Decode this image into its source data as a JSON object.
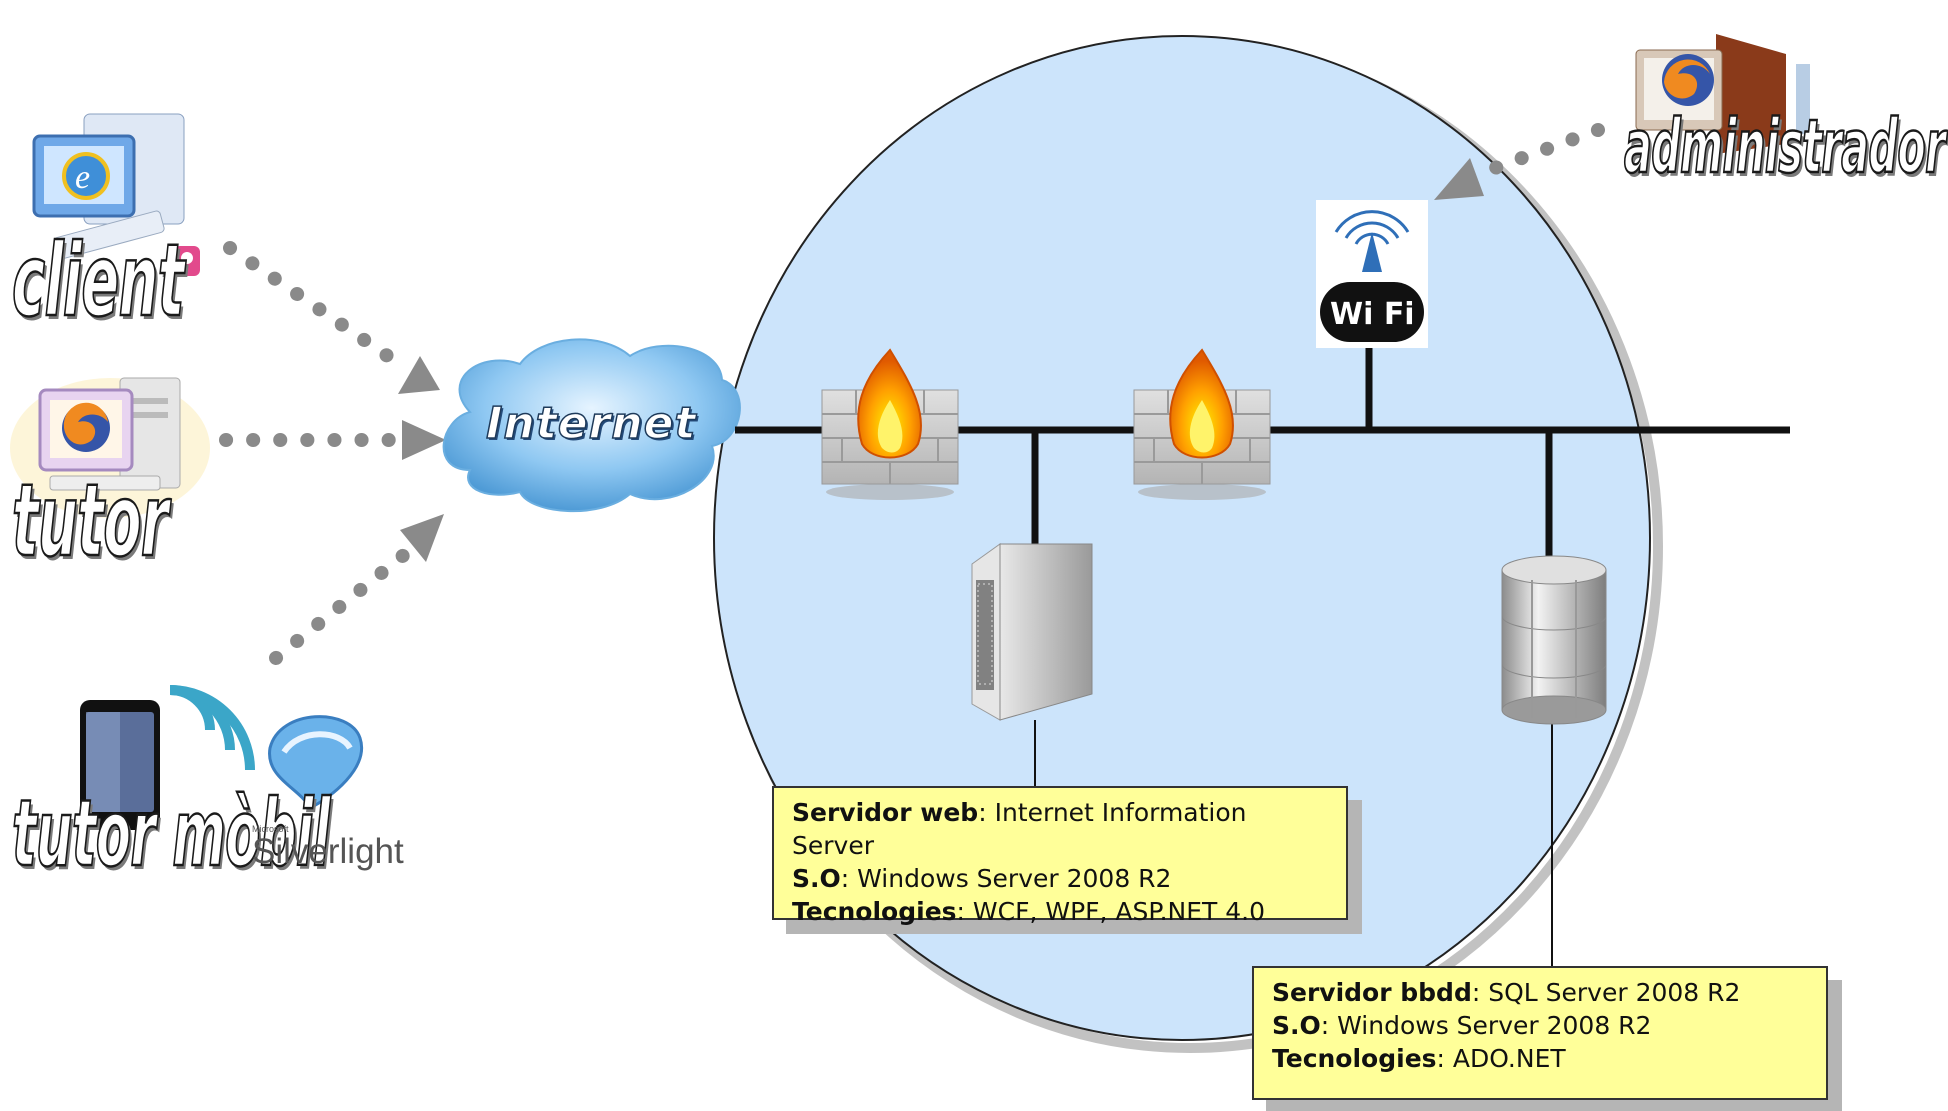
{
  "clients": {
    "client_label": "client",
    "tutor_label": "tutor",
    "mobile_label": "tutor mòbil",
    "silverlight_brand": "Silverlight",
    "silverlight_maker": "Microsoft"
  },
  "internet": {
    "label": "Internet"
  },
  "admin": {
    "label": "administrador"
  },
  "wifi": {
    "label": "Wi Fi"
  },
  "web_server": {
    "title": "Servidor web",
    "title_value": ": Internet Information Server",
    "os_key": "S.O",
    "os_value": ": Windows Server 2008 R2",
    "tech_key": "Tecnologies",
    "tech_value": ": WCF, WPF, ASP.NET 4.0"
  },
  "db_server": {
    "title": "Servidor bbdd",
    "title_value": ": SQL Server 2008 R2",
    "os_key": "S.O",
    "os_value": ": Windows Server 2008 R2",
    "tech_key": "Tecnologies",
    "tech_value": ": ADO.NET"
  },
  "colors": {
    "network_zone": "#cce4fb",
    "info_box": "#ffff99",
    "arrows": "#8a8a8a",
    "cloud": "#9fd0f5"
  },
  "icons": [
    "computer-ie-icon",
    "computer-firefox-icon",
    "smartphone-icon",
    "wireless-signal-icon",
    "silverlight-logo-icon",
    "internet-cloud-icon",
    "firewall-icon",
    "wifi-antenna-icon",
    "web-server-icon",
    "database-icon",
    "admin-computer-icon"
  ]
}
